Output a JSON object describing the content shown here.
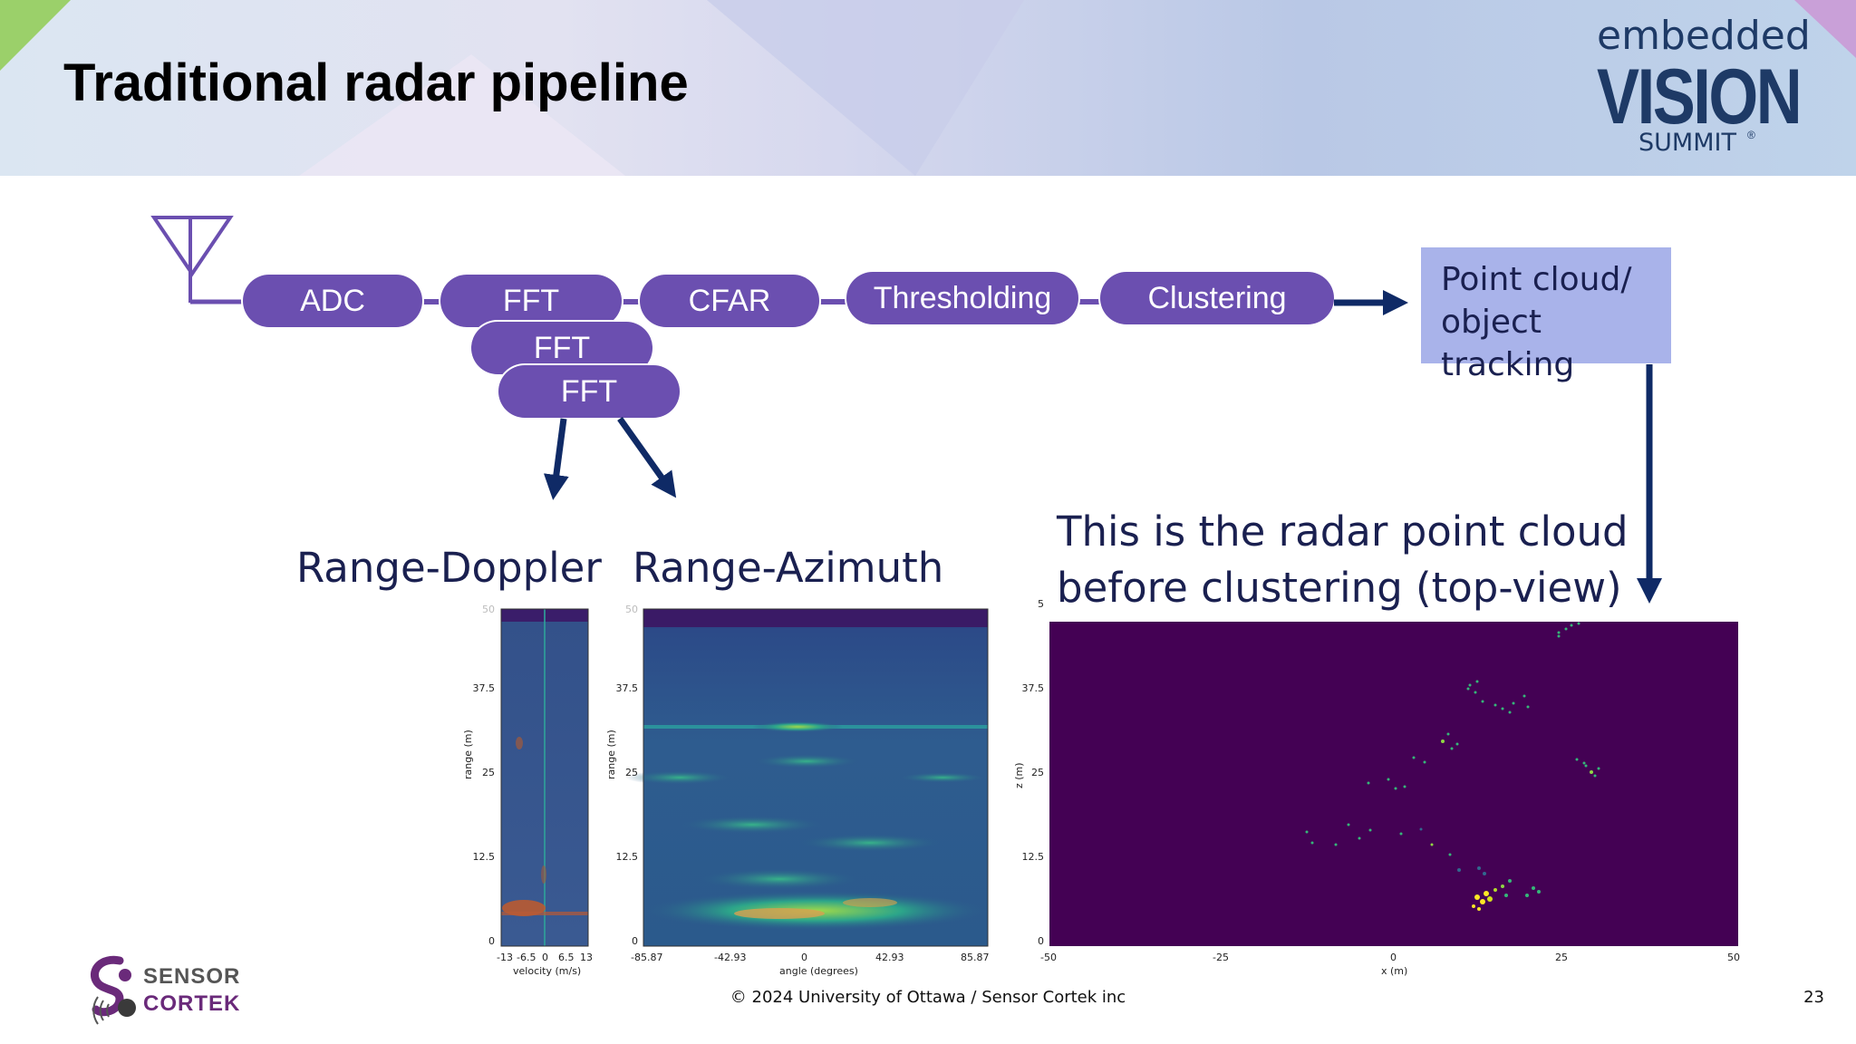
{
  "slide": {
    "title": "Traditional radar pipeline",
    "footer": "© 2024 University of Ottawa / Sensor Cortek inc",
    "page_number": "23"
  },
  "brand": {
    "line1": "embedded",
    "line2": "VISION",
    "line3": "SUMMIT",
    "trademark": "®"
  },
  "pipeline": {
    "adc": "ADC",
    "fft1": "FFT",
    "fft2": "FFT",
    "fft3": "FFT",
    "cfar": "CFAR",
    "thresholding": "Thresholding",
    "clustering": "Clustering",
    "output_line1": "Point cloud/",
    "output_line2": "object tracking"
  },
  "labels": {
    "range_doppler": "Range-Doppler",
    "range_azimuth": "Range-Azimuth",
    "pointcloud_line1": "This is the radar point cloud",
    "pointcloud_line2": "before clustering (top-view)"
  },
  "plots": {
    "range_doppler": {
      "ylabel": "range (m)",
      "xlabel": "velocity (m/s)",
      "yticks": [
        "0",
        "12.5",
        "25",
        "37.5",
        "50"
      ],
      "xticks": [
        "-13",
        "-6.5",
        "0",
        "6.5",
        "13"
      ]
    },
    "range_azimuth": {
      "ylabel": "range (m)",
      "xlabel": "angle (degrees)",
      "yticks": [
        "0",
        "12.5",
        "25",
        "37.5",
        "50"
      ],
      "xticks": [
        "-85.87",
        "-42.93",
        "0",
        "42.93",
        "85.87"
      ]
    },
    "point_cloud": {
      "ylabel": "z (m)",
      "xlabel": "x (m)",
      "yticks": [
        "0",
        "12.5",
        "25",
        "37.5",
        "5"
      ],
      "xticks": [
        "-50",
        "-25",
        "0",
        "25",
        "50"
      ]
    }
  },
  "logo": {
    "line1": "SENSOR",
    "line2": "CORTEK"
  },
  "colors": {
    "pill": "#6b4fb0",
    "arrow": "#0f2a66",
    "output_box": "#a9b3ea",
    "viridis_bg": "#440154"
  }
}
